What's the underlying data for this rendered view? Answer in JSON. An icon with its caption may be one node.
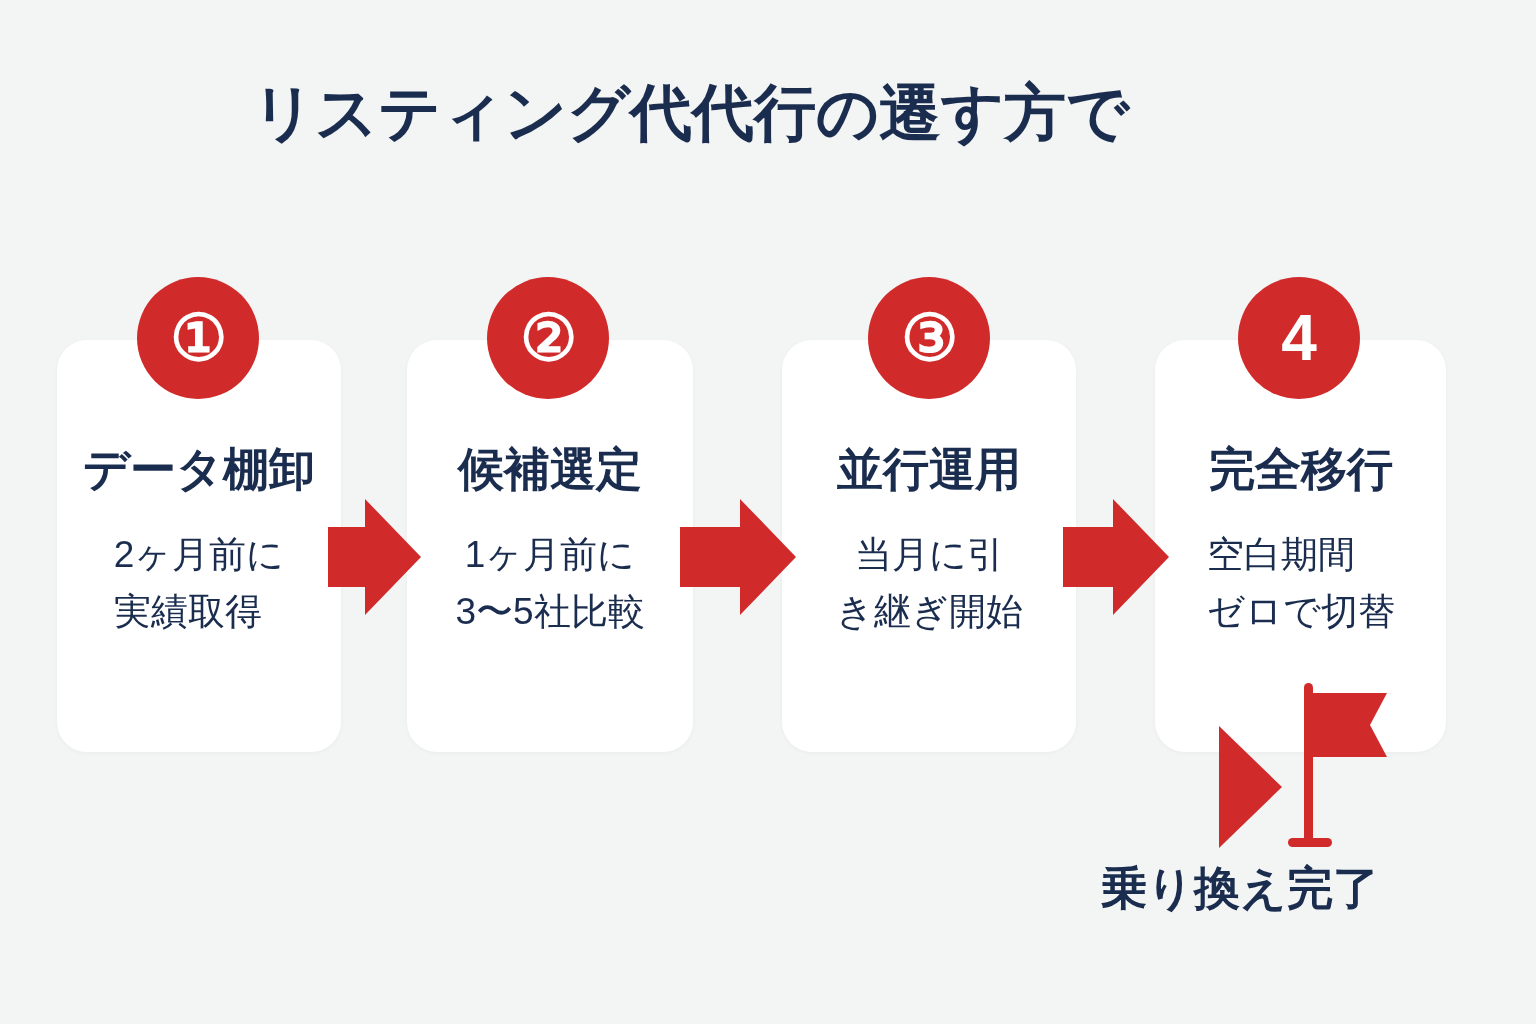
{
  "diagram": {
    "title": "リスティング代代行の遷す方で",
    "nodes": [
      {
        "text": [
          "データ棚卸",
          "2ヶ月前に実績取得"
        ]
      },
      {
        "text": [
          "①"
        ]
      },
      {
        "text": [
          "候補選定",
          "1ヶ月前に3〜5社比較"
        ]
      },
      {
        "text": [
          "②"
        ]
      },
      {
        "text": [
          "並行運用",
          "当月に引き継ぎ開始"
        ]
      },
      {
        "text": [
          "③"
        ]
      },
      {
        "text": [
          "完全移行",
          "空白期間ゼロで切替"
        ]
      },
      {
        "text": [
          "4"
        ]
      }
    ],
    "edges": [
      {
        "from": 0,
        "to": 2,
        "arrow": "to"
      },
      {
        "from": 2,
        "to": 4,
        "arrow": "to"
      },
      {
        "from": 4,
        "to": 6,
        "arrow": "to"
      }
    ],
    "labels": [
      "乗り換え完了"
    ]
  }
}
